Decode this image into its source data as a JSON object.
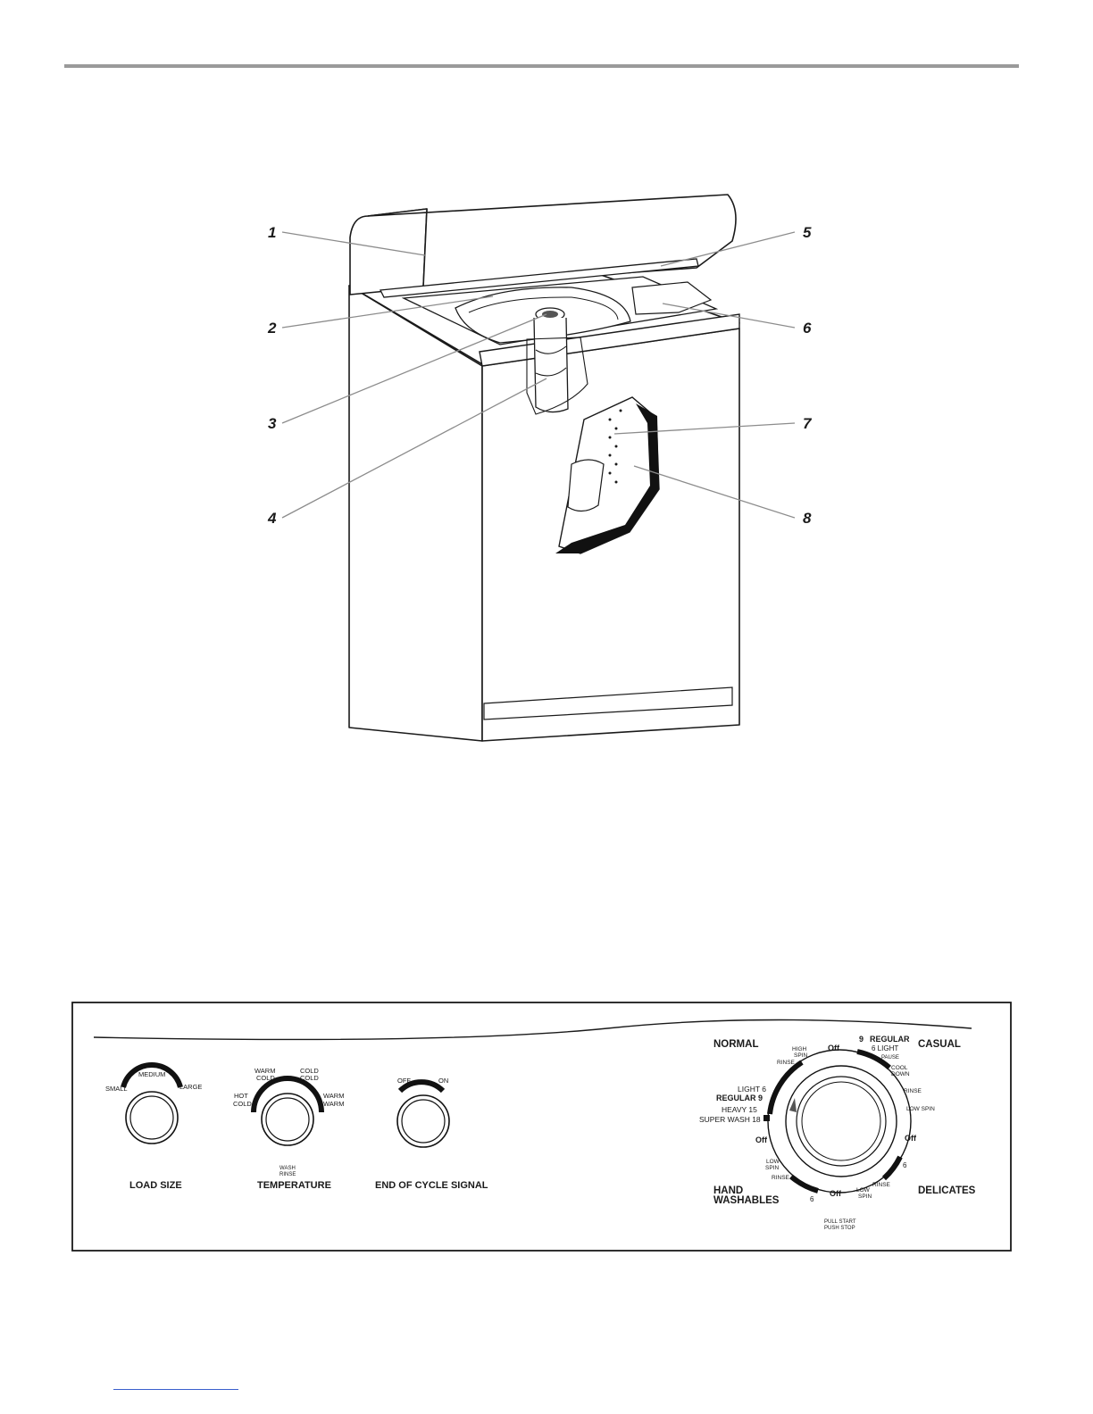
{
  "callouts": [
    "1",
    "2",
    "3",
    "4",
    "5",
    "6",
    "7",
    "8"
  ],
  "panel": {
    "load_size": {
      "name": "LOAD SIZE",
      "small": "SMALL",
      "medium": "MEDIUM",
      "large": "LARGE"
    },
    "temperature": {
      "name": "TEMPERATURE",
      "hot_cold": [
        "HOT",
        "COLD"
      ],
      "warm_cold": [
        "WARM",
        "COLD"
      ],
      "cold_cold": [
        "COLD",
        "COLD"
      ],
      "warm_warm": [
        "WARM",
        "WARM"
      ],
      "wash_rinse": [
        "WASH",
        "RINSE"
      ]
    },
    "end_of_cycle": {
      "name": "END OF CYCLE SIGNAL",
      "off": "OFF",
      "on": "ON"
    },
    "cycle_dial": {
      "normal": "NORMAL",
      "casual": "CASUAL",
      "hand": [
        "HAND",
        "WASHABLES"
      ],
      "delicates": "DELICATES",
      "off": "Off",
      "regular_label": "REGULAR",
      "casual_regular_num": "9",
      "casual_light": "6 LIGHT",
      "pause": "PAUSE",
      "cool_down": [
        "COOL",
        "DOWN"
      ],
      "rinse": "RINSE",
      "low_spin": "LOW SPIN",
      "low_spin_stacked": [
        "LOW",
        "SPIN"
      ],
      "high_spin": [
        "HIGH",
        "SPIN"
      ],
      "light_6": "LIGHT  6",
      "regular_9": "REGULAR  9",
      "heavy_15": "HEAVY  15",
      "super_wash_18": "SUPER WASH 18",
      "six": "6",
      "pull_push": [
        "PULL START",
        "PUSH STOP"
      ]
    }
  }
}
